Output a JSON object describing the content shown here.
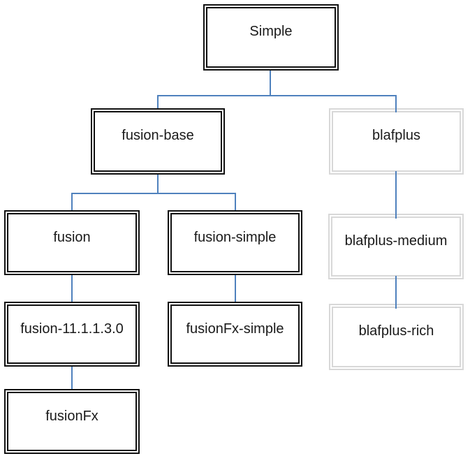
{
  "nodes": [
    {
      "id": "simple",
      "label": "Simple",
      "border_style": "black"
    },
    {
      "id": "fusion-base",
      "label": "fusion-base",
      "border_style": "black"
    },
    {
      "id": "blafplus",
      "label": "blafplus",
      "border_style": "gray"
    },
    {
      "id": "fusion",
      "label": "fusion",
      "border_style": "black"
    },
    {
      "id": "fusion-simple",
      "label": "fusion-simple",
      "border_style": "black"
    },
    {
      "id": "blafplus-medium",
      "label": "blafplus-medium",
      "border_style": "gray"
    },
    {
      "id": "fusion-11.1.1.3.0",
      "label": "fusion-11.1.1.3.0",
      "border_style": "black"
    },
    {
      "id": "fusionFx-simple",
      "label": "fusionFx-simple",
      "border_style": "black"
    },
    {
      "id": "blafplus-rich",
      "label": "blafplus-rich",
      "border_style": "gray"
    },
    {
      "id": "fusionFx",
      "label": "fusionFx",
      "border_style": "black"
    }
  ],
  "edges": [
    {
      "from": "Simple",
      "to": "fusion-base"
    },
    {
      "from": "Simple",
      "to": "blafplus"
    },
    {
      "from": "fusion-base",
      "to": "fusion"
    },
    {
      "from": "fusion-base",
      "to": "fusion-simple"
    },
    {
      "from": "fusion",
      "to": "fusion-11.1.1.3.0"
    },
    {
      "from": "fusion-11.1.1.3.0",
      "to": "fusionFx"
    },
    {
      "from": "fusion-simple",
      "to": "fusionFx-simple"
    },
    {
      "from": "blafplus",
      "to": "blafplus-medium"
    },
    {
      "from": "blafplus-medium",
      "to": "blafplus-rich"
    }
  ],
  "colors": {
    "connector_blue": "#4f81bd",
    "border_black": "#111111",
    "border_gray": "#d8d8d8",
    "background": "#ffffff",
    "text": "#1a1a1a"
  }
}
